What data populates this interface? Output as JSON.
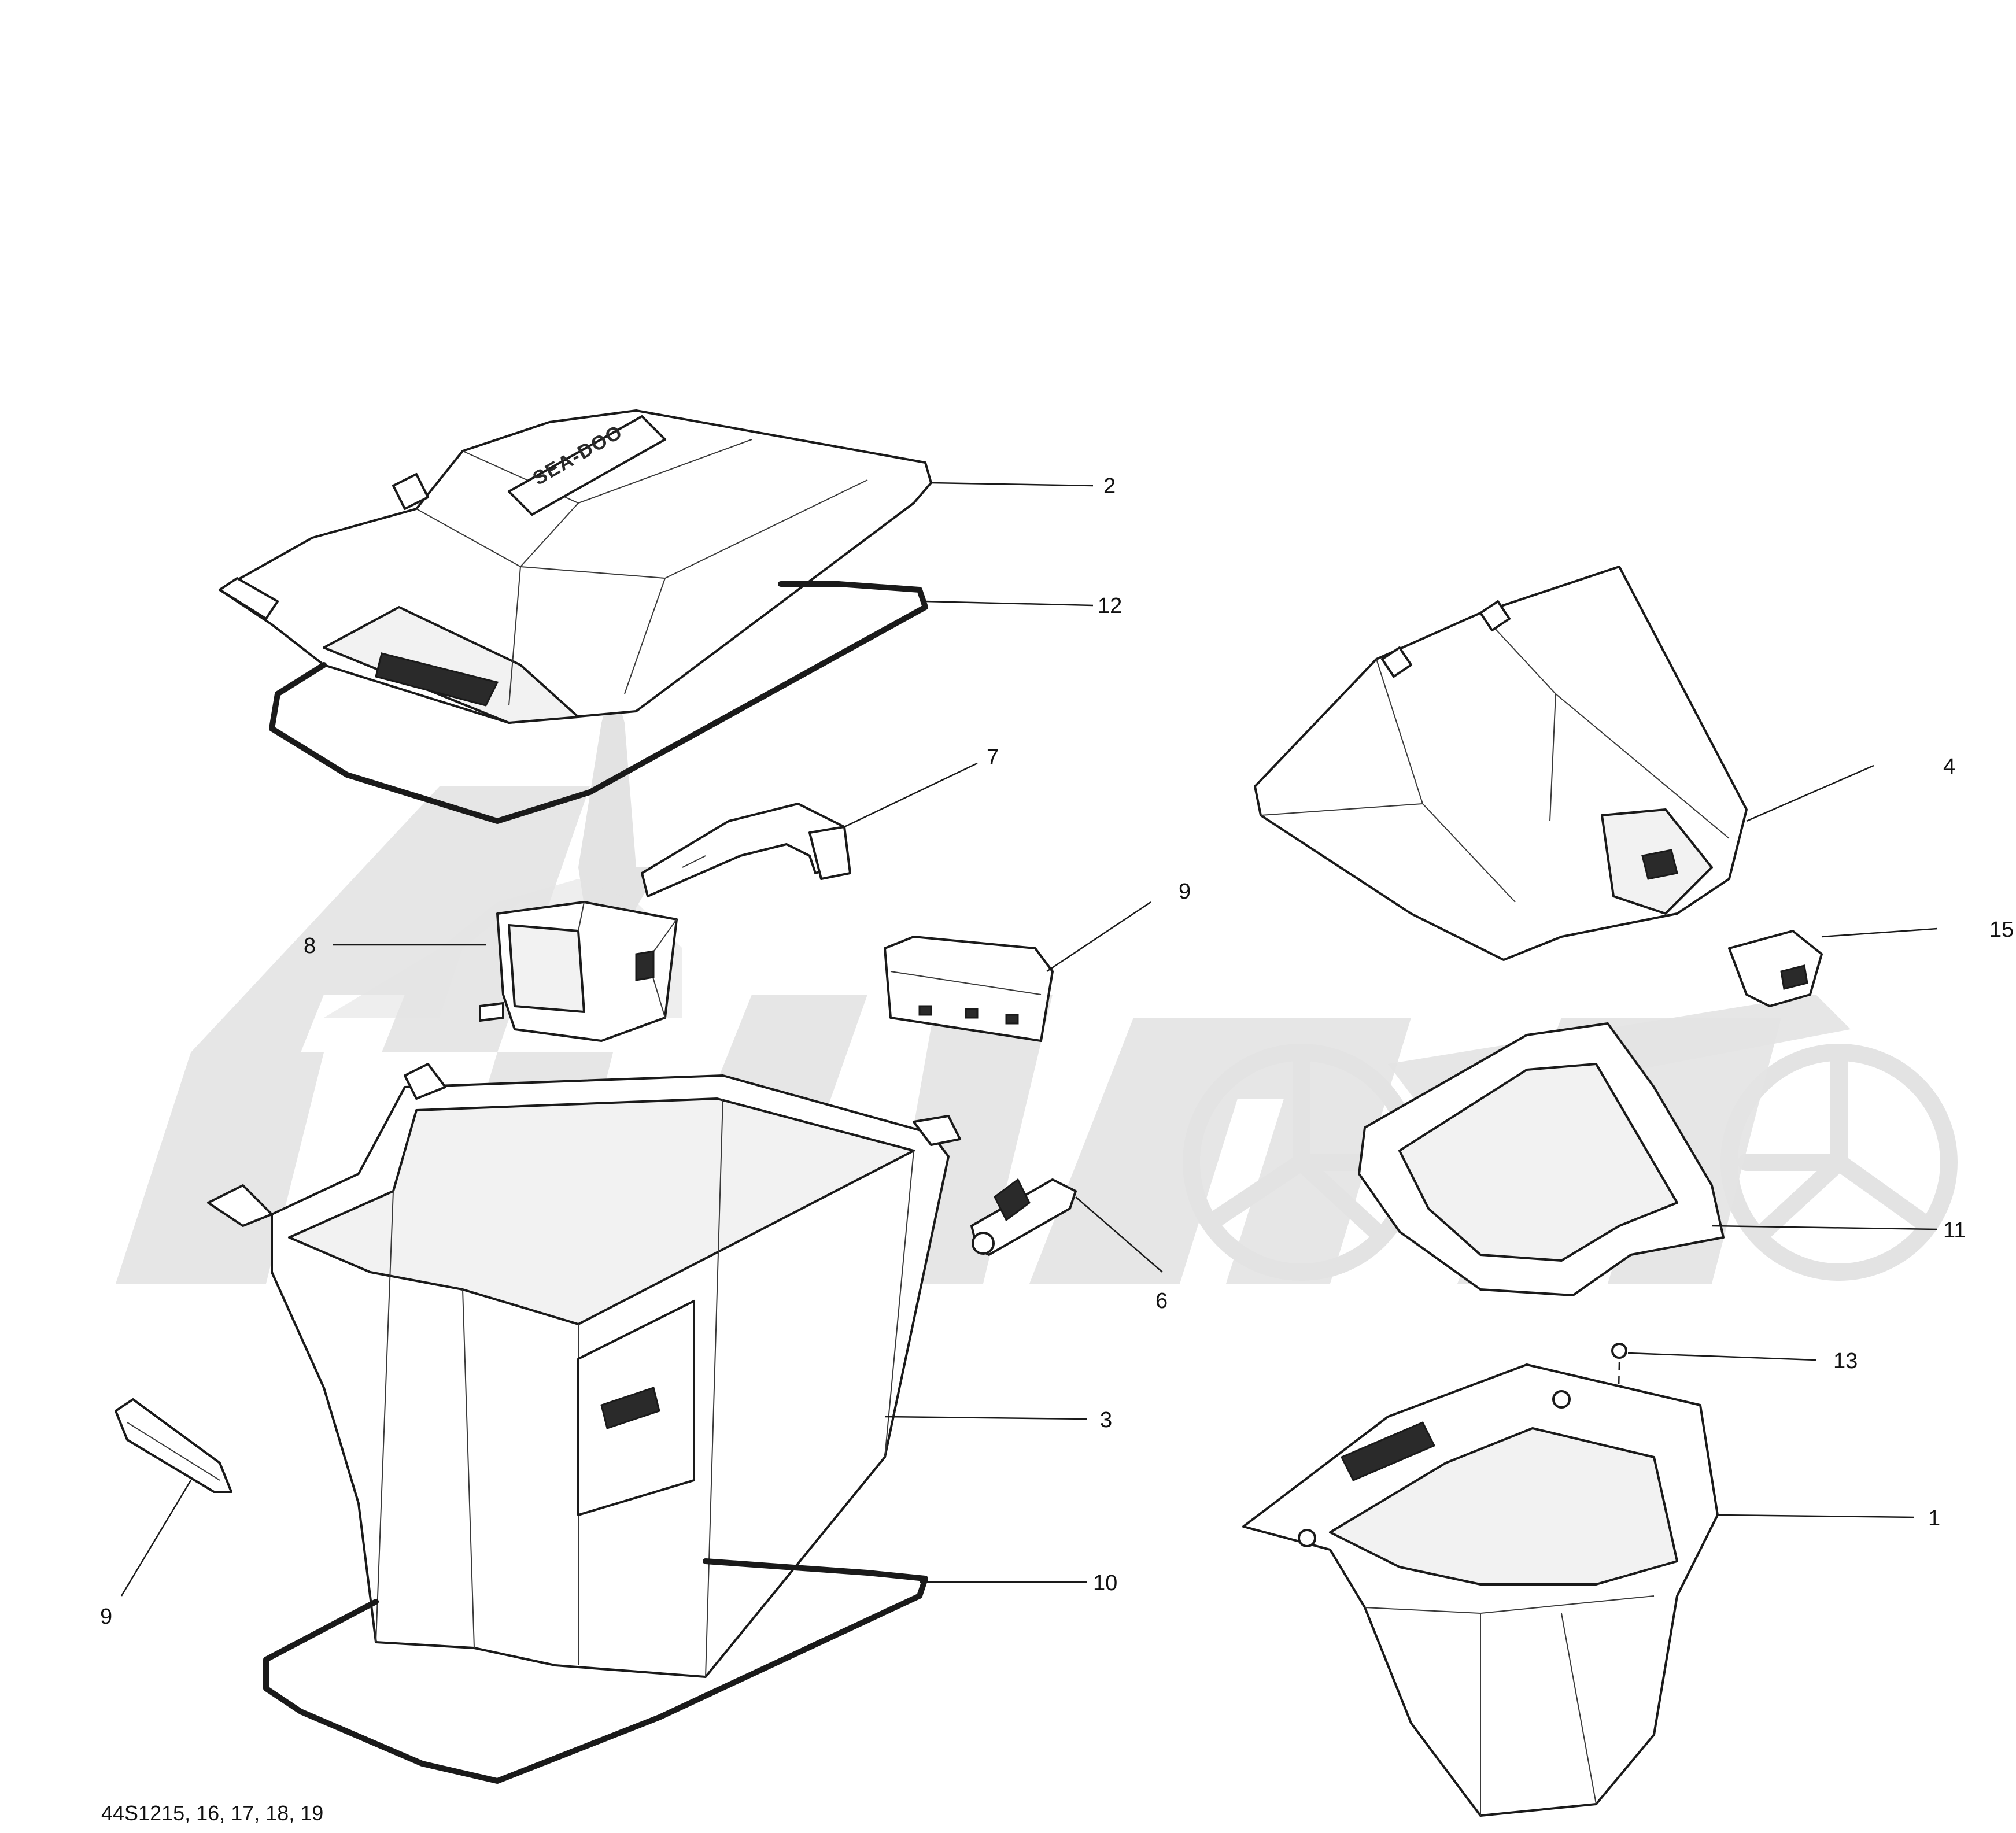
{
  "diagram": {
    "drawing_code": "44S1215, 16, 17, 18, 19",
    "lid_branding": "SEA-DOO",
    "callouts": [
      {
        "id": "c2",
        "label": "2",
        "part": "lid"
      },
      {
        "id": "c12",
        "label": "12",
        "part": "lid-seal"
      },
      {
        "id": "c7",
        "label": "7",
        "part": "strap"
      },
      {
        "id": "c8",
        "label": "8",
        "part": "latch-housing"
      },
      {
        "id": "c9a",
        "label": "9",
        "part": "hinge-cover"
      },
      {
        "id": "c6",
        "label": "6",
        "part": "hinge"
      },
      {
        "id": "c3",
        "label": "3",
        "part": "storage-bin"
      },
      {
        "id": "c10",
        "label": "10",
        "part": "bin-seal"
      },
      {
        "id": "c9b",
        "label": "9",
        "part": "hinge-cover"
      },
      {
        "id": "c4",
        "label": "4",
        "part": "glove-box-cover"
      },
      {
        "id": "c15",
        "label": "15",
        "part": "handle"
      },
      {
        "id": "c11",
        "label": "11",
        "part": "glove-box-seal"
      },
      {
        "id": "c13",
        "label": "13",
        "part": "drain-plug"
      },
      {
        "id": "c1",
        "label": "1",
        "part": "glove-box"
      }
    ]
  }
}
